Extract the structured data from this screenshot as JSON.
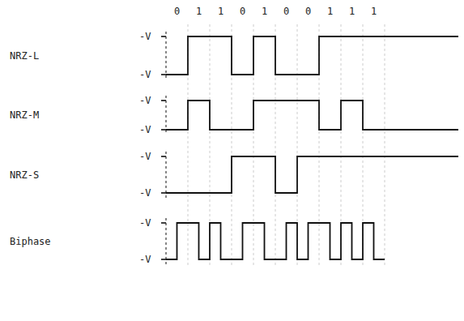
{
  "diagram": {
    "labels": [
      "0",
      "1",
      "1",
      "0",
      "1",
      "0",
      "0",
      "1",
      "1",
      "1",
      "NRZ-L",
      "-V",
      "-V",
      "NRZ-M",
      "-V",
      "-V",
      "NRZ-S",
      "-V",
      "-V",
      "Biphase",
      "-V",
      "-V"
    ]
  }
}
